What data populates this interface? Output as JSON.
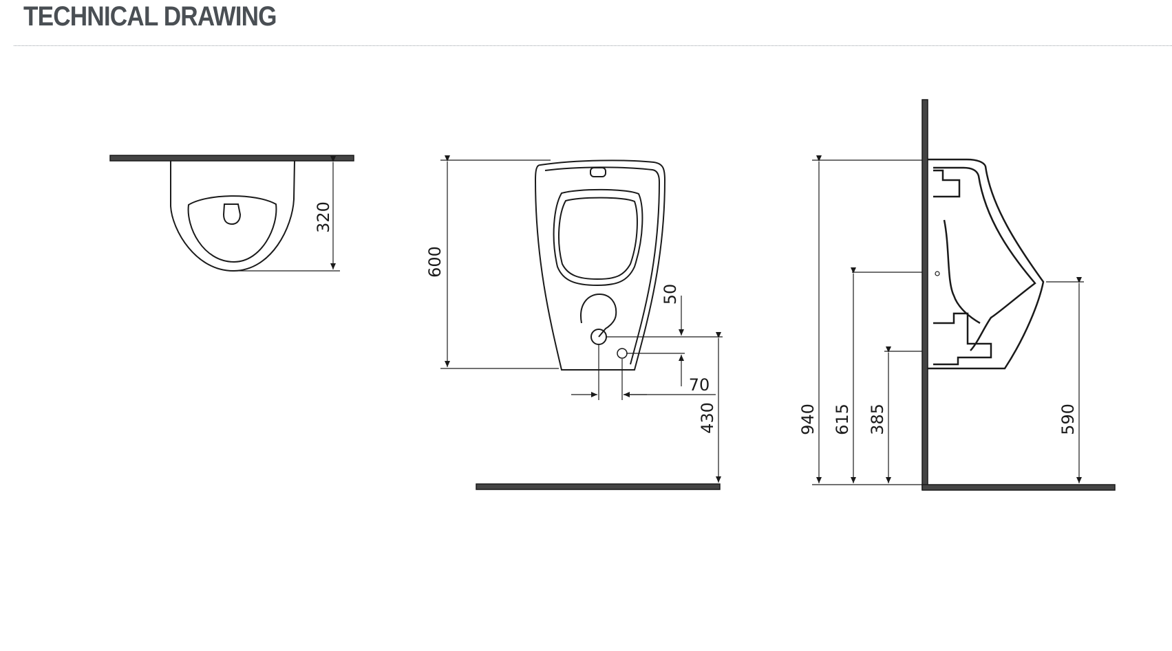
{
  "header": {
    "title": "TECHNICAL DRAWING"
  },
  "dimensions": {
    "top_view_depth": "320",
    "front_height": "600",
    "outlet_offset_vertical": "50",
    "outlet_offset_horizontal": "70",
    "outlet_height_from_floor": "430",
    "side_total_height": "940",
    "side_inlet_height": "615",
    "side_outlet_height": "385",
    "side_rim_height": "590"
  },
  "colors": {
    "title": "#4a4f54",
    "line": "#1a1a1a",
    "rule": "#9aa0a6"
  }
}
